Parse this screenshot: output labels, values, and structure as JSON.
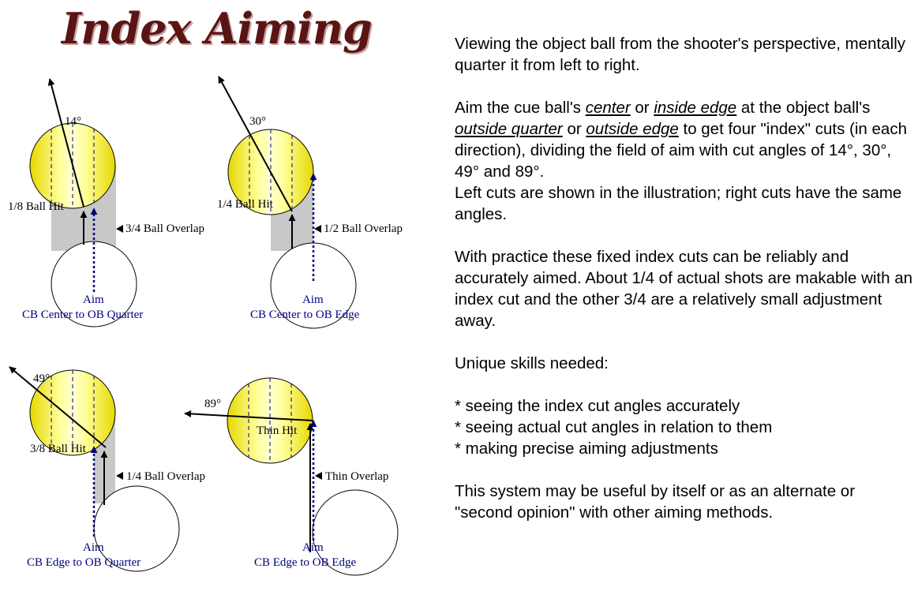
{
  "title": "Index Aiming",
  "colors": {
    "ball_yellow": "#f2e600",
    "aim_blue": "#000080",
    "title_red": "#5a1414"
  },
  "panels": [
    {
      "id": "top-left",
      "angle_label": "14°",
      "hit_label": "1/8 Ball Hit",
      "overlap_label": "3/4 Ball Overlap",
      "aim_label": "Aim",
      "method_label": "CB Center to OB Quarter"
    },
    {
      "id": "top-right",
      "angle_label": "30°",
      "hit_label": "1/4 Ball Hit",
      "overlap_label": "1/2 Ball Overlap",
      "aim_label": "Aim",
      "method_label": "CB Center to OB Edge"
    },
    {
      "id": "bottom-left",
      "angle_label": "49°",
      "hit_label": "3/8 Ball Hit",
      "overlap_label": "1/4 Ball Overlap",
      "aim_label": "Aim",
      "method_label": "CB Edge to OB Quarter"
    },
    {
      "id": "bottom-right",
      "angle_label": "89°",
      "hit_label": "Thin Hit",
      "overlap_label": "Thin Overlap",
      "aim_label": "Aim",
      "method_label": "CB Edge to OB Edge"
    }
  ],
  "explanation": {
    "p1": "Viewing the object ball from the shooter's perspective, mentally quarter it from left to right.",
    "p2_a": "Aim the cue ball's ",
    "p2_center": "center",
    "p2_b": " or ",
    "p2_inside_edge": "inside edge",
    "p2_c": " at the object ball's ",
    "p2_outside_quarter": "outside quarter",
    "p2_d": " or ",
    "p2_outside_edge": "outside edge",
    "p2_e": " to get four \"index\" cuts (in each direction), dividing the field of aim with cut angles of 14°, 30°, 49° and 89°.",
    "p2_f": "Left cuts are shown in the illustration; right cuts have the same angles.",
    "p3": "With practice these fixed index cuts can be reliably and accurately aimed.  About 1/4 of actual shots are makable with an index cut and the other 3/4 are a relatively small adjustment away.",
    "p4": "Unique skills needed:",
    "skills": [
      "*  seeing the index cut angles accurately",
      "*  seeing actual cut angles in relation to them",
      "* making precise aiming adjustments"
    ],
    "p5": "This system may be useful by itself or as an alternate or \"second opinion\" with other aiming methods."
  }
}
